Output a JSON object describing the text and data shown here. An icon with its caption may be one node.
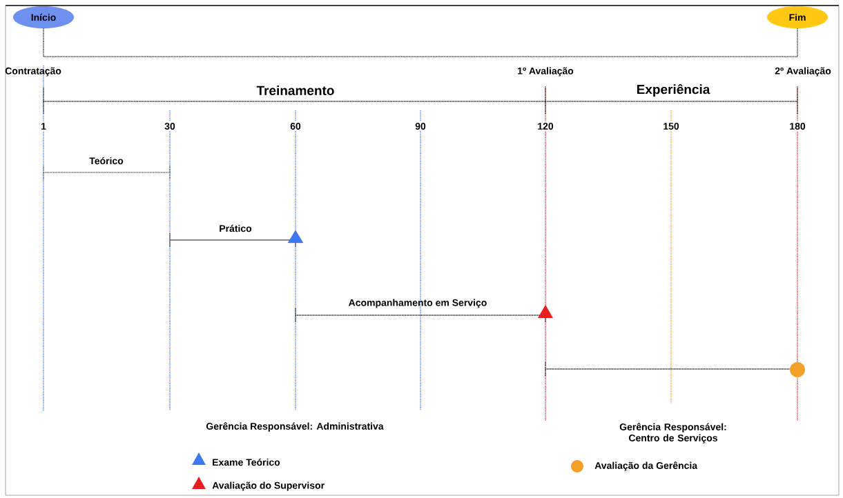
{
  "diagram": {
    "nodes": [
      {
        "text": [
          "Início"
        ]
      },
      {
        "text": [
          "Fim"
        ]
      }
    ],
    "edges": [
      {
        "from": 0,
        "to": 1,
        "arrow": "none",
        "style": "dashed"
      }
    ],
    "labels": [
      "Contratação",
      "1º Avaliação",
      "2º Avaliação",
      "Treinamento",
      "Experiência",
      "1",
      "30",
      "60",
      "90",
      "120",
      "150",
      "180",
      "Teórico",
      "Prático",
      "Acompanhamento em Serviço",
      "Gerência Responsável: Administrativa",
      "Gerência Responsável: Centro de Serviços"
    ],
    "legend": [
      {
        "text": "Exame Teórico"
      },
      {
        "text": "Avaliação do Supervisor"
      },
      {
        "text": "Avaliação da Gerência"
      }
    ]
  }
}
